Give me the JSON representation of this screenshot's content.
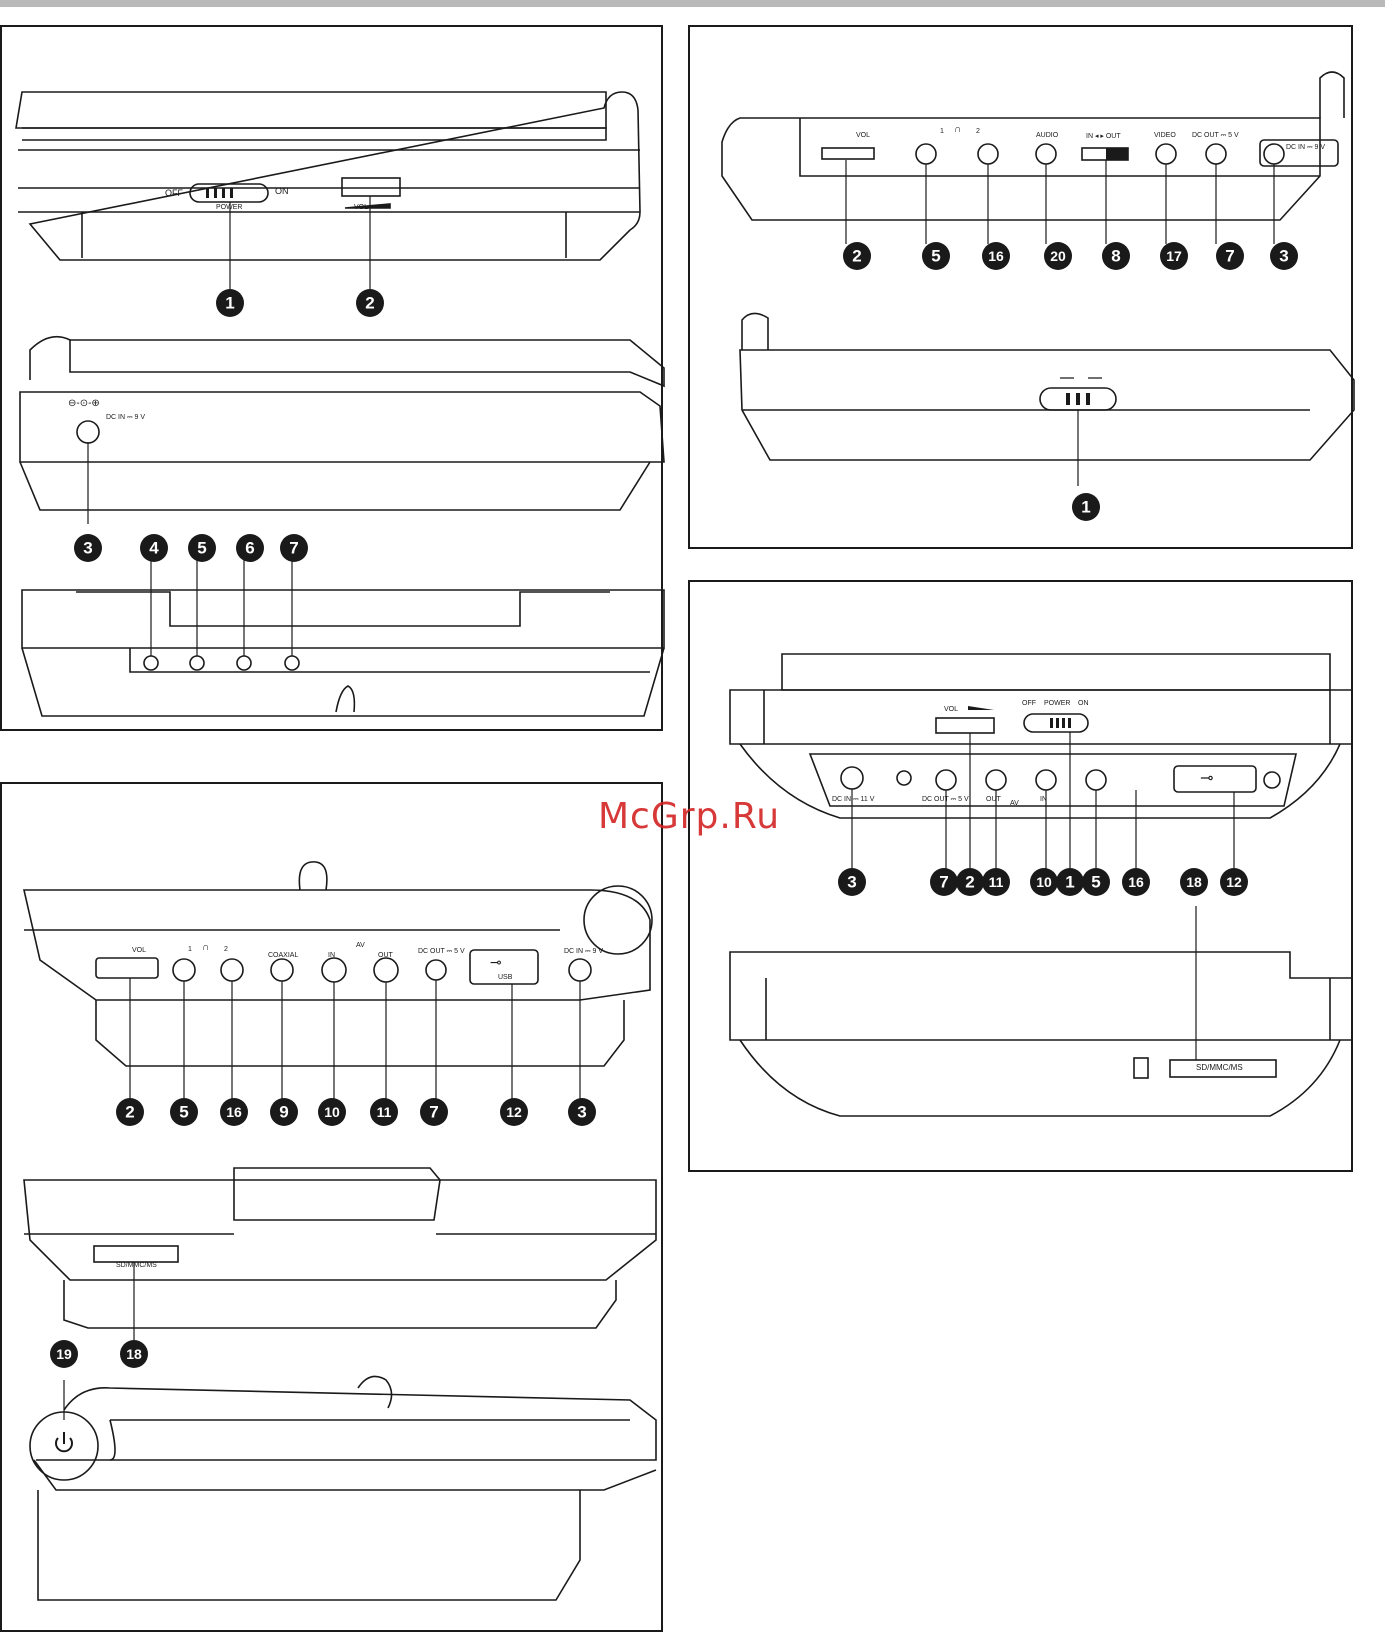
{
  "watermark": "McGrp.Ru",
  "panel1": {
    "fig1": {
      "off": "OFF",
      "on": "ON",
      "power": "POWER",
      "vol": "VOL"
    },
    "fig2": {
      "dc_in": "DC IN ⎓ 9 V"
    },
    "callouts_fig1": [
      "1",
      "2"
    ],
    "callouts_fig2": [
      "3",
      "4",
      "5",
      "6",
      "7"
    ]
  },
  "panel2": {
    "fig1": {
      "vol": "VOL",
      "hp1": "1",
      "hp2": "2",
      "audio": "AUDIO",
      "in_out": "IN ◂ ▸ OUT",
      "video": "VIDEO",
      "dc_out": "DC OUT ⎓ 5 V",
      "dc_in": "DC IN ⎓ 9 V"
    },
    "callouts_fig1": [
      "2",
      "5",
      "16",
      "20",
      "8",
      "17",
      "7",
      "3"
    ],
    "callouts_fig2": [
      "1"
    ]
  },
  "panel3": {
    "fig1": {
      "vol": "VOL",
      "hp1": "1",
      "hp2": "2",
      "coaxial": "COAXIAL",
      "av": "AV",
      "in": "IN",
      "out": "OUT",
      "dc_out": "DC OUT ⎓ 5 V",
      "usb": "USB",
      "dc_in": "DC IN ⎓ 9 V"
    },
    "fig2": {
      "card": "SD/MMC/MS"
    },
    "callouts_fig1": [
      "2",
      "5",
      "16",
      "9",
      "10",
      "11",
      "7",
      "12",
      "3"
    ],
    "callouts_fig2": [
      "19",
      "18"
    ]
  },
  "panel4": {
    "fig1": {
      "vol": "VOL",
      "off": "OFF",
      "power": "POWER",
      "on": "ON",
      "dc_in": "DC IN ⎓ 11 V",
      "dc_out": "DC OUT ⎓ 5 V",
      "out": "OUT",
      "av": "AV",
      "in": "IN"
    },
    "fig2": {
      "card": "SD/MMC/MS"
    },
    "callouts_fig1": [
      "3",
      "7",
      "2",
      "11",
      "10",
      "1",
      "5",
      "16",
      "12"
    ],
    "callouts_fig2": [
      "18"
    ]
  }
}
